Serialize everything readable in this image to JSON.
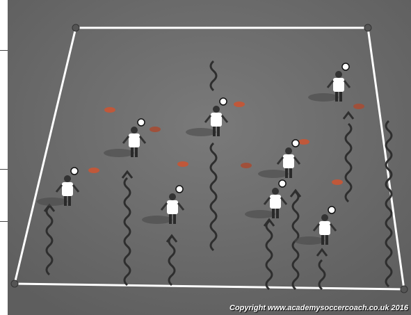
{
  "copyright": "Copyright www.academysoccercoach.co.uk 2016",
  "colors": {
    "pitch": "#6e6e6e",
    "lines": "#ffffff",
    "arrows": "#2e2e2e",
    "shirt": "#ffffff",
    "cone": "#c0583a"
  },
  "players": [
    {
      "name": "player-1"
    },
    {
      "name": "player-2"
    },
    {
      "name": "player-3"
    },
    {
      "name": "player-4"
    },
    {
      "name": "player-5"
    },
    {
      "name": "player-6"
    },
    {
      "name": "player-7"
    },
    {
      "name": "player-8"
    }
  ],
  "cones_count": 9,
  "arrows_count": 10
}
